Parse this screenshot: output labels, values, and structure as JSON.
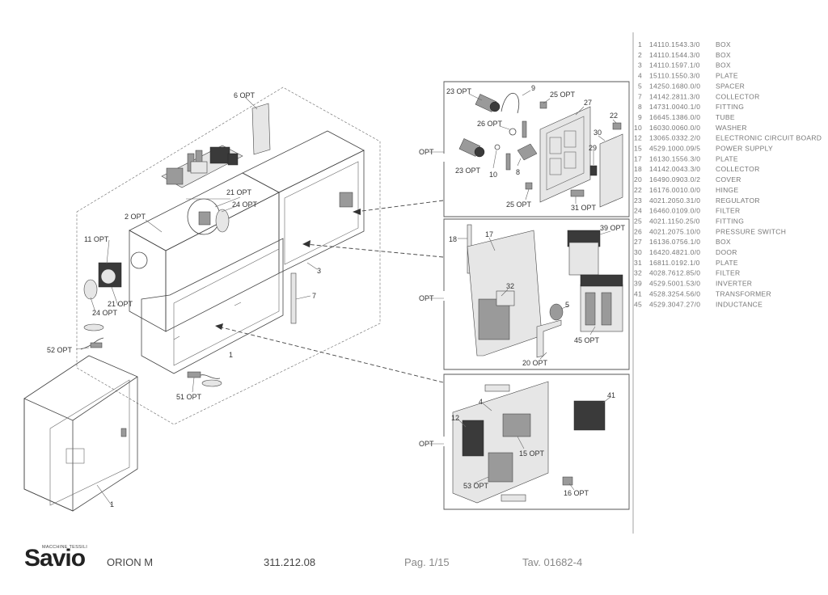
{
  "footer": {
    "brand": "Savio",
    "brand_sub": "MACCHINE TESSILI",
    "model": "ORION M",
    "code": "311.212.08",
    "page": "Pag. 1/15",
    "table": "Tav. 01682-4"
  },
  "labels": {
    "l6": "6 OPT",
    "l2": "2 OPT",
    "l11": "11 OPT",
    "l21a": "21 OPT",
    "l24a": "24 OPT",
    "l21b": "21 OPT",
    "l24b": "24 OPT",
    "l52": "52 OPT",
    "l51": "51 OPT",
    "l3": "3",
    "l7": "7",
    "l1a": "1",
    "l1b": "1",
    "l23a": "23 OPT",
    "l9": "9",
    "l25a": "25 OPT",
    "l27": "27",
    "l22": "22",
    "l26": "26 OPT",
    "l30": "30",
    "l29": "29",
    "l23b": "23 OPT",
    "l10": "10",
    "l8": "8",
    "l25b": "25 OPT",
    "l31": "31 OPT",
    "l18": "18",
    "l17": "17",
    "l39": "39 OPT",
    "l32": "32",
    "l5": "5",
    "l45": "45 OPT",
    "l20": "20 OPT",
    "l12": "12",
    "l4": "4",
    "l41": "41",
    "l15": "15 OPT",
    "l53": "53 OPT",
    "l16": "16 OPT",
    "opt1": "OPT",
    "opt2": "OPT",
    "opt3": "OPT"
  },
  "parts": [
    {
      "no": "1",
      "code": "14110.1543.3/0",
      "desc": "BOX"
    },
    {
      "no": "2",
      "code": "14110.1544.3/0",
      "desc": "BOX"
    },
    {
      "no": "3",
      "code": "14110.1597.1/0",
      "desc": "BOX"
    },
    {
      "no": "4",
      "code": "15110.1550.3/0",
      "desc": "PLATE"
    },
    {
      "no": "5",
      "code": "14250.1680.0/0",
      "desc": "SPACER"
    },
    {
      "no": "7",
      "code": "14142.2811.3/0",
      "desc": "COLLECTOR"
    },
    {
      "no": "8",
      "code": "14731.0040.1/0",
      "desc": "FITTING"
    },
    {
      "no": "9",
      "code": "16645.1386.0/0",
      "desc": "TUBE"
    },
    {
      "no": "10",
      "code": "16030.0060.0/0",
      "desc": "WASHER"
    },
    {
      "no": "12",
      "code": "13065.0332.2/0",
      "desc": "ELECTRONIC CIRCUIT BOARD"
    },
    {
      "no": "15",
      "code": "4529.1000.09/5",
      "desc": "POWER SUPPLY"
    },
    {
      "no": "17",
      "code": "16130.1556.3/0",
      "desc": "PLATE"
    },
    {
      "no": "18",
      "code": "14142.0043.3/0",
      "desc": "COLLECTOR"
    },
    {
      "no": "20",
      "code": "16490.0903.0/2",
      "desc": "COVER"
    },
    {
      "no": "22",
      "code": "16176.0010.0/0",
      "desc": "HINGE"
    },
    {
      "no": "23",
      "code": "4021.2050.31/0",
      "desc": "REGULATOR"
    },
    {
      "no": "24",
      "code": "16460.0109.0/0",
      "desc": "FILTER"
    },
    {
      "no": "25",
      "code": "4021.1150.25/0",
      "desc": "FITTING"
    },
    {
      "no": "26",
      "code": "4021.2075.10/0",
      "desc": "PRESSURE SWITCH"
    },
    {
      "no": "27",
      "code": "16136.0756.1/0",
      "desc": "BOX"
    },
    {
      "no": "30",
      "code": "16420.4821.0/0",
      "desc": "DOOR"
    },
    {
      "no": "31",
      "code": "16811.0192.1/0",
      "desc": "PLATE"
    },
    {
      "no": "32",
      "code": "4028.7612.85/0",
      "desc": "FILTER"
    },
    {
      "no": "39",
      "code": "4529.5001.53/0",
      "desc": "INVERTER"
    },
    {
      "no": "41",
      "code": "4528.3254.56/0",
      "desc": "TRANSFORMER"
    },
    {
      "no": "45",
      "code": "4529.3047.27/0",
      "desc": "INDUCTANCE"
    }
  ]
}
